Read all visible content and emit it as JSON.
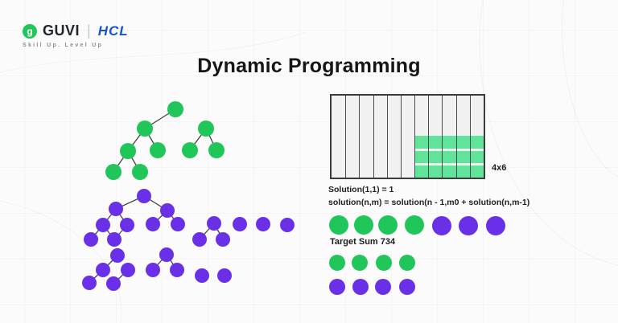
{
  "title": "Dynamic Programming",
  "logo": {
    "icon_letter": "g",
    "guvi": "GUVI",
    "divider": "|",
    "hcl": "HCL",
    "tagline": "Skill Up. Level Up"
  },
  "colors": {
    "green": "#20c65a",
    "purple": "#6930e8",
    "mint": "#5fe49a",
    "edge": "#444444",
    "hcl_blue": "#1454cc"
  },
  "grid": {
    "label": "4x6",
    "columns": 11,
    "highlight_start_col": 6,
    "bands": [
      [
        50,
        16
      ],
      [
        69,
        15
      ],
      [
        87,
        15
      ]
    ]
  },
  "formulas": {
    "line1": "Solution(1,1) = 1",
    "line2": "solution(n,m) = solution(n - 1,m0 + solution(n,m-1)"
  },
  "target_sum_label": "Target Sum 734",
  "diagram": {
    "nodes": {
      "green-tree-root": [
        218,
        136,
        10,
        "green"
      ],
      "green-tree-l1": [
        180,
        160,
        10,
        "green"
      ],
      "green-tree-l2a": [
        159,
        188,
        10,
        "green"
      ],
      "green-tree-l2b": [
        196,
        187,
        10,
        "green"
      ],
      "green-tree-l3a": [
        141,
        214,
        10,
        "green"
      ],
      "green-tree-l3b": [
        174,
        214,
        10,
        "green"
      ],
      "green-sub-root": [
        256,
        160,
        10,
        "green"
      ],
      "green-sub-l": [
        236,
        187,
        10,
        "green"
      ],
      "green-sub-r": [
        269,
        187,
        10,
        "green"
      ],
      "purple-tree-root": [
        179,
        244,
        9,
        "purple"
      ],
      "purple-tree-l": [
        144,
        260,
        9,
        "purple"
      ],
      "purple-tree-r": [
        208,
        262,
        9,
        "purple"
      ],
      "purple-tree-ll": [
        128,
        280,
        9,
        "purple"
      ],
      "purple-tree-lr": [
        158,
        280,
        9,
        "purple"
      ],
      "purple-tree-lll": [
        113,
        298,
        9,
        "purple"
      ],
      "purple-tree-llr": [
        142,
        298,
        9,
        "purple"
      ],
      "purple-tree-rl": [
        190,
        279,
        9,
        "purple"
      ],
      "purple-tree-rr": [
        221,
        279,
        9,
        "purple"
      ],
      "purple-mid-root": [
        266,
        278,
        9,
        "purple"
      ],
      "purple-mid-l": [
        248,
        298,
        9,
        "purple"
      ],
      "purple-mid-r": [
        277,
        298,
        9,
        "purple"
      ],
      "purple-dot-1": [
        298,
        279,
        9,
        "purple"
      ],
      "purple-dot-2": [
        327,
        279,
        9,
        "purple"
      ],
      "purple-dot-3": [
        357,
        280,
        9,
        "purple"
      ],
      "purple-chain-a1": [
        146,
        318,
        9,
        "purple"
      ],
      "purple-chain-a2": [
        128,
        336,
        9,
        "purple"
      ],
      "purple-chain-a3": [
        111,
        352,
        9,
        "purple"
      ],
      "purple-chain-b1": [
        159,
        336,
        9,
        "purple"
      ],
      "purple-chain-b2": [
        141,
        353,
        9,
        "purple"
      ],
      "purple-bot-root": [
        207,
        317,
        9,
        "purple"
      ],
      "purple-bot-l": [
        190,
        336,
        9,
        "purple"
      ],
      "purple-bot-r": [
        220,
        336,
        9,
        "purple"
      ],
      "purple-dot-4": [
        251,
        343,
        9,
        "purple"
      ],
      "purple-dot-5": [
        279,
        343,
        9,
        "purple"
      ],
      "row1-green-1": [
        421,
        280,
        12,
        "green"
      ],
      "row1-green-2": [
        452,
        280,
        12,
        "green"
      ],
      "row1-green-3": [
        482,
        280,
        12,
        "green"
      ],
      "row1-green-4": [
        515,
        280,
        12,
        "green"
      ],
      "row1-purple-1": [
        549,
        281,
        12,
        "purple"
      ],
      "row1-purple-2": [
        582,
        281,
        12,
        "purple"
      ],
      "row1-purple-3": [
        616,
        281,
        12,
        "purple"
      ],
      "row2-green-1": [
        419,
        327,
        10,
        "green"
      ],
      "row2-green-2": [
        447,
        327,
        10,
        "green"
      ],
      "row2-green-3": [
        477,
        327,
        10,
        "green"
      ],
      "row2-green-4": [
        506,
        327,
        10,
        "green"
      ],
      "row3-purple-1": [
        419,
        357,
        10,
        "purple"
      ],
      "row3-purple-2": [
        448,
        357,
        10,
        "purple"
      ],
      "row3-purple-3": [
        476,
        357,
        10,
        "purple"
      ],
      "row3-purple-4": [
        506,
        357,
        10,
        "purple"
      ]
    },
    "edges": [
      [
        "green-tree-root",
        "green-tree-l1"
      ],
      [
        "green-tree-l1",
        "green-tree-l2a"
      ],
      [
        "green-tree-l1",
        "green-tree-l2b"
      ],
      [
        "green-tree-l2a",
        "green-tree-l3a"
      ],
      [
        "green-tree-l2a",
        "green-tree-l3b"
      ],
      [
        "green-sub-root",
        "green-sub-l"
      ],
      [
        "green-sub-root",
        "green-sub-r"
      ],
      [
        "purple-tree-root",
        "purple-tree-l"
      ],
      [
        "purple-tree-root",
        "purple-tree-r"
      ],
      [
        "purple-tree-l",
        "purple-tree-ll"
      ],
      [
        "purple-tree-l",
        "purple-tree-lr"
      ],
      [
        "purple-tree-ll",
        "purple-tree-lll"
      ],
      [
        "purple-tree-ll",
        "purple-tree-llr"
      ],
      [
        "purple-tree-lr",
        "purple-tree-llr"
      ],
      [
        "purple-tree-r",
        "purple-tree-rl"
      ],
      [
        "purple-tree-r",
        "purple-tree-rr"
      ],
      [
        "purple-mid-root",
        "purple-mid-l"
      ],
      [
        "purple-mid-root",
        "purple-mid-r"
      ],
      [
        "purple-chain-a1",
        "purple-chain-a2"
      ],
      [
        "purple-chain-a2",
        "purple-chain-a3"
      ],
      [
        "purple-chain-b1",
        "purple-chain-b2"
      ],
      [
        "purple-bot-root",
        "purple-bot-l"
      ],
      [
        "purple-bot-root",
        "purple-bot-r"
      ]
    ]
  }
}
